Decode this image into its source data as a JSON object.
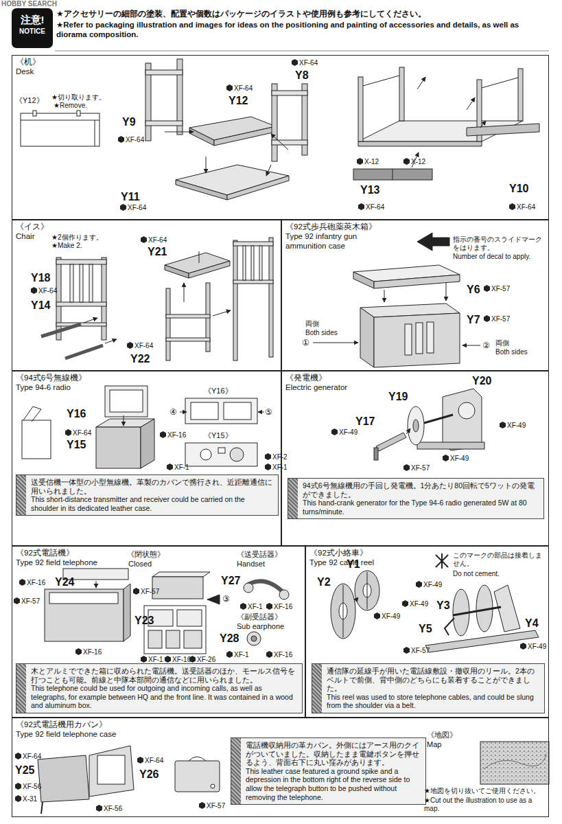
{
  "diagram": {
    "nodes": [
      {
        "text": [
          "注意!",
          "NOTICE"
        ]
      },
      {
        "text": [
          "《机》",
          "Desk"
        ]
      },
      {
        "text": [
          "《イス》",
          "Chair"
        ]
      },
      {
        "text": [
          "《92式歩兵砲薬莢木箱》",
          "Type 92 infantry gun ammunition case"
        ]
      },
      {
        "text": [
          "《94式6号無線機》",
          "Type 94-6 radio"
        ]
      },
      {
        "text": [
          "送受信機一体型の小型無線機。革製のカバンで携行され、近距離通信に用いられました。",
          "This short-distance transmitter and receiver could be carried on the shoulder in its dedicated leather case."
        ],
        "in": 4
      },
      {
        "text": [
          "《発電機》",
          "Electric generator"
        ]
      },
      {
        "text": [
          "94式6号無線機用の手回し発電機。1分あたり80回転で5ワットの発電ができました。",
          "This hand-crank generator for the Type 94-6 radio generated 5W at 80 turns/minute."
        ],
        "in": 6
      },
      {
        "text": [
          "《92式電話機》",
          "Type 92 field telephone"
        ]
      },
      {
        "text": [
          "木とアルミでできた箱に収められた電話機。送受話器のほか、モールス信号を打つことも可能。前線と中隊本部間の通信などに用いられました。",
          "This telephone could be used for outgoing and incoming calls, as well as telegraphs, for example between HQ and the front line. It was contained in a wood and aluminum box."
        ],
        "in": 8
      },
      {
        "text": [
          "《92式小絡車》",
          "Type 92 cable reel"
        ]
      },
      {
        "text": [
          "通信隊の延線手が用いた電話線敷設・撤収用のリール。2本のベルトで前側、背中側のどちらにも装着することができました。",
          "This reel was used to store telephone cables, and could be slung from the shoulder via a belt."
        ],
        "in": 10
      },
      {
        "text": [
          "《92式電話機用カバン》",
          "Type 92 field telephone case"
        ]
      },
      {
        "text": [
          "電話機収納用の革カバン。外側にはアース用のクイがついていました。収納したまま電鍵ボタンを押せるよう、背面右下に丸い窪みがあります。",
          "This leather case featured a ground spike and a depression in the bottom right of the reverse side to allow the telegraph button to be pushed without removing the telephone."
        ],
        "in": 12
      }
    ],
    "labels": [
      "HOBBY SEARCH",
      "★アクセサリーの細部の塗装、配置や個数はパッケージのイラストや使用例も参考にしてください。",
      "★Refer to packaging illustration and images for ideas on the positioning and painting of accessories and details, as well as diorama composition.",
      "《Y12》",
      "★切り取ります。",
      "★Remove.",
      "XF-64",
      "Y12",
      "XF-64",
      "Y8",
      "Y9",
      "XF-64",
      "Y11",
      "XF-64",
      "X-12",
      "X-12",
      "Y13",
      "XF-64",
      "Y10",
      "XF-64",
      "★2個作ります。",
      "★Make 2.",
      "XF-64",
      "Y21",
      "Y18",
      "XF-64",
      "Y14",
      "XF-64",
      "Y22",
      "指示の番号のスライドマークをはります。",
      "Number of decal to apply.",
      "Y6",
      "XF-57",
      "Y7",
      "XF-57",
      "両側",
      "Both sides",
      "①",
      "②",
      "両側",
      "Both sides",
      "Y16",
      "XF-64",
      "Y15",
      "XF-16",
      "《Y16》",
      "④",
      "⑤",
      "《Y15》",
      "XF-2",
      "XF-1",
      "XF-1",
      "Y20",
      "Y19",
      "XF-49",
      "Y17",
      "XF-49",
      "XF-49",
      "XF-57",
      "《閉状態》",
      "Closed",
      "《送受話器》",
      "Handset",
      "XF-16",
      "Y24",
      "XF-57",
      "XF-57",
      "Y23",
      "XF-16",
      "Y27",
      "XF-1",
      "XF-16",
      "③",
      "《副受話器》",
      "Sub earphone",
      "Y28",
      "XF-1",
      "XF-16",
      "XF-1",
      "XF-16",
      "XF-26",
      "このマークの部品は接着しません。",
      "Do not cement.",
      "Y1",
      "Y2",
      "XF-49",
      "XF-49",
      "XF-49",
      "Y3",
      "Y5",
      "XF-57",
      "Y4",
      "XF-49",
      "XF-64",
      "Y25",
      "XF-56",
      "X-31",
      "XF-56",
      "XF-64",
      "Y26",
      "XF-57",
      "《地図》",
      "Map",
      "★地図を切り抜いてご使用ください。",
      "★Cut out the illustration to use as a map."
    ]
  }
}
